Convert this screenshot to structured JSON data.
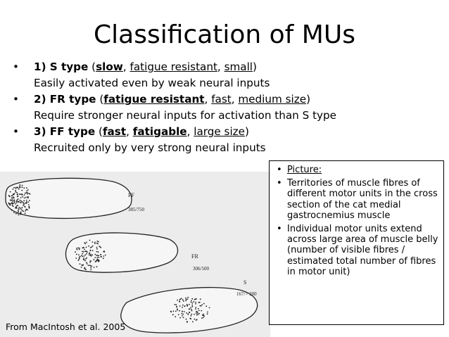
{
  "slide": {
    "title": "Classification of MUs",
    "bullet_char": "•",
    "bullets": [
      {
        "parts": [
          "1) S type",
          " (",
          "slow",
          ", ",
          "fatigue resistant",
          ", ",
          "small",
          ")"
        ],
        "detail": "Easily activated even by weak neural inputs"
      },
      {
        "parts": [
          "2) FR type",
          " (",
          "fatigue resistant",
          ", ",
          "fast",
          ", ",
          "medium size",
          ")"
        ],
        "detail": "Require stronger neural inputs for activation than S type"
      },
      {
        "parts": [
          "3) FF type",
          " (",
          "fast",
          ", ",
          "fatigable",
          ", ",
          "large size",
          ")"
        ],
        "detail": "Recruited only by very strong neural inputs"
      }
    ],
    "figure": {
      "labels": [
        {
          "type": "FF",
          "count": "385/750"
        },
        {
          "type": "FR",
          "count": "306/500"
        },
        {
          "type": "S",
          "count": "167/> 200"
        }
      ],
      "credit": "From MacIntosh et al. 2005"
    },
    "infobox": {
      "items": [
        "Picture:",
        "Territories of muscle fibres of different motor units in the cross section of the cat medial gastrocnemius muscle",
        "Individual motor units extend across large area of muscle belly (number of visible fibres / estimated total number of fibres in motor unit)"
      ]
    }
  }
}
